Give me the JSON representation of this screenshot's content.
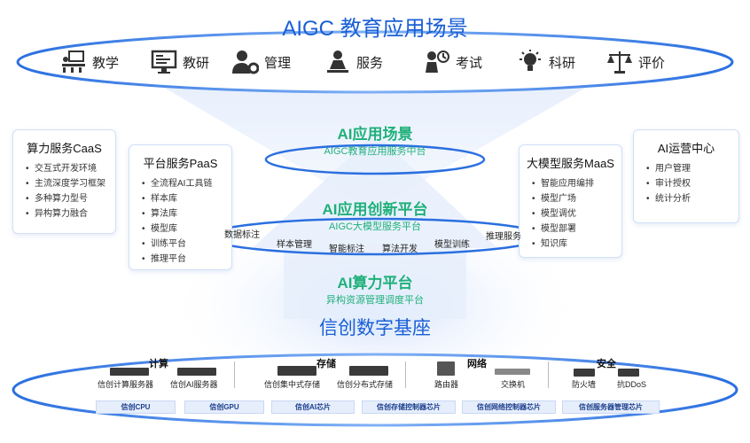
{
  "title": "AIGC 教育应用场景",
  "scenes": [
    {
      "label": "教学",
      "icon": "classroom-icon"
    },
    {
      "label": "教研",
      "icon": "monitor-icon"
    },
    {
      "label": "管理",
      "icon": "manager-gear-icon"
    },
    {
      "label": "服务",
      "icon": "service-person-icon"
    },
    {
      "label": "考试",
      "icon": "exam-icon"
    },
    {
      "label": "科研",
      "icon": "lightbulb-icon"
    },
    {
      "label": "评价",
      "icon": "scale-icon"
    }
  ],
  "cards": {
    "caas": {
      "title": "算力服务CaaS",
      "items": [
        "交互式开发环境",
        "主流深度学习框架",
        "多种算力型号",
        "异构算力融合"
      ]
    },
    "paas": {
      "title": "平台服务PaaS",
      "items": [
        "全流程AI工具链",
        "样本库",
        "算法库",
        "模型库",
        "训练平台",
        "推理平台"
      ]
    },
    "maas": {
      "title": "大模型服务MaaS",
      "items": [
        "智能应用编排",
        "模型广场",
        "模型调优",
        "模型部署",
        "知识库"
      ]
    },
    "ops": {
      "title": "AI运营中心",
      "items": [
        "用户管理",
        "审计授权",
        "统计分析"
      ]
    }
  },
  "platforms": {
    "scene": {
      "title": "AI应用场景",
      "subtitle": "AIGC教育应用服务中台"
    },
    "innovation": {
      "title": "AI应用创新平台",
      "subtitle": "AIGC大模型服务平台"
    },
    "compute": {
      "title": "AI算力平台",
      "subtitle": "异构资源管理调度平台"
    }
  },
  "ring_labels": [
    "数据标注",
    "样本管理",
    "智能标注",
    "算法开发",
    "模型训练",
    "推理服务"
  ],
  "base": {
    "title": "信创数字基座",
    "groups": [
      {
        "name": "计算",
        "devices": [
          "信创计算服务器",
          "信创AI服务器"
        ]
      },
      {
        "name": "存储",
        "devices": [
          "信创集中式存储",
          "信创分布式存储"
        ]
      },
      {
        "name": "网络",
        "devices": [
          "路由器",
          "交换机"
        ]
      },
      {
        "name": "安全",
        "devices": [
          "防火墙",
          "抗DDoS"
        ]
      }
    ],
    "chips": [
      "信创CPU",
      "信创GPU",
      "信创AI芯片",
      "信创存储控制器芯片",
      "信创网络控制器芯片",
      "信创服务器管理芯片"
    ]
  },
  "colors": {
    "blue": "#1a5fd6",
    "green": "#1fb07a",
    "ring": "#2a6fe0"
  }
}
